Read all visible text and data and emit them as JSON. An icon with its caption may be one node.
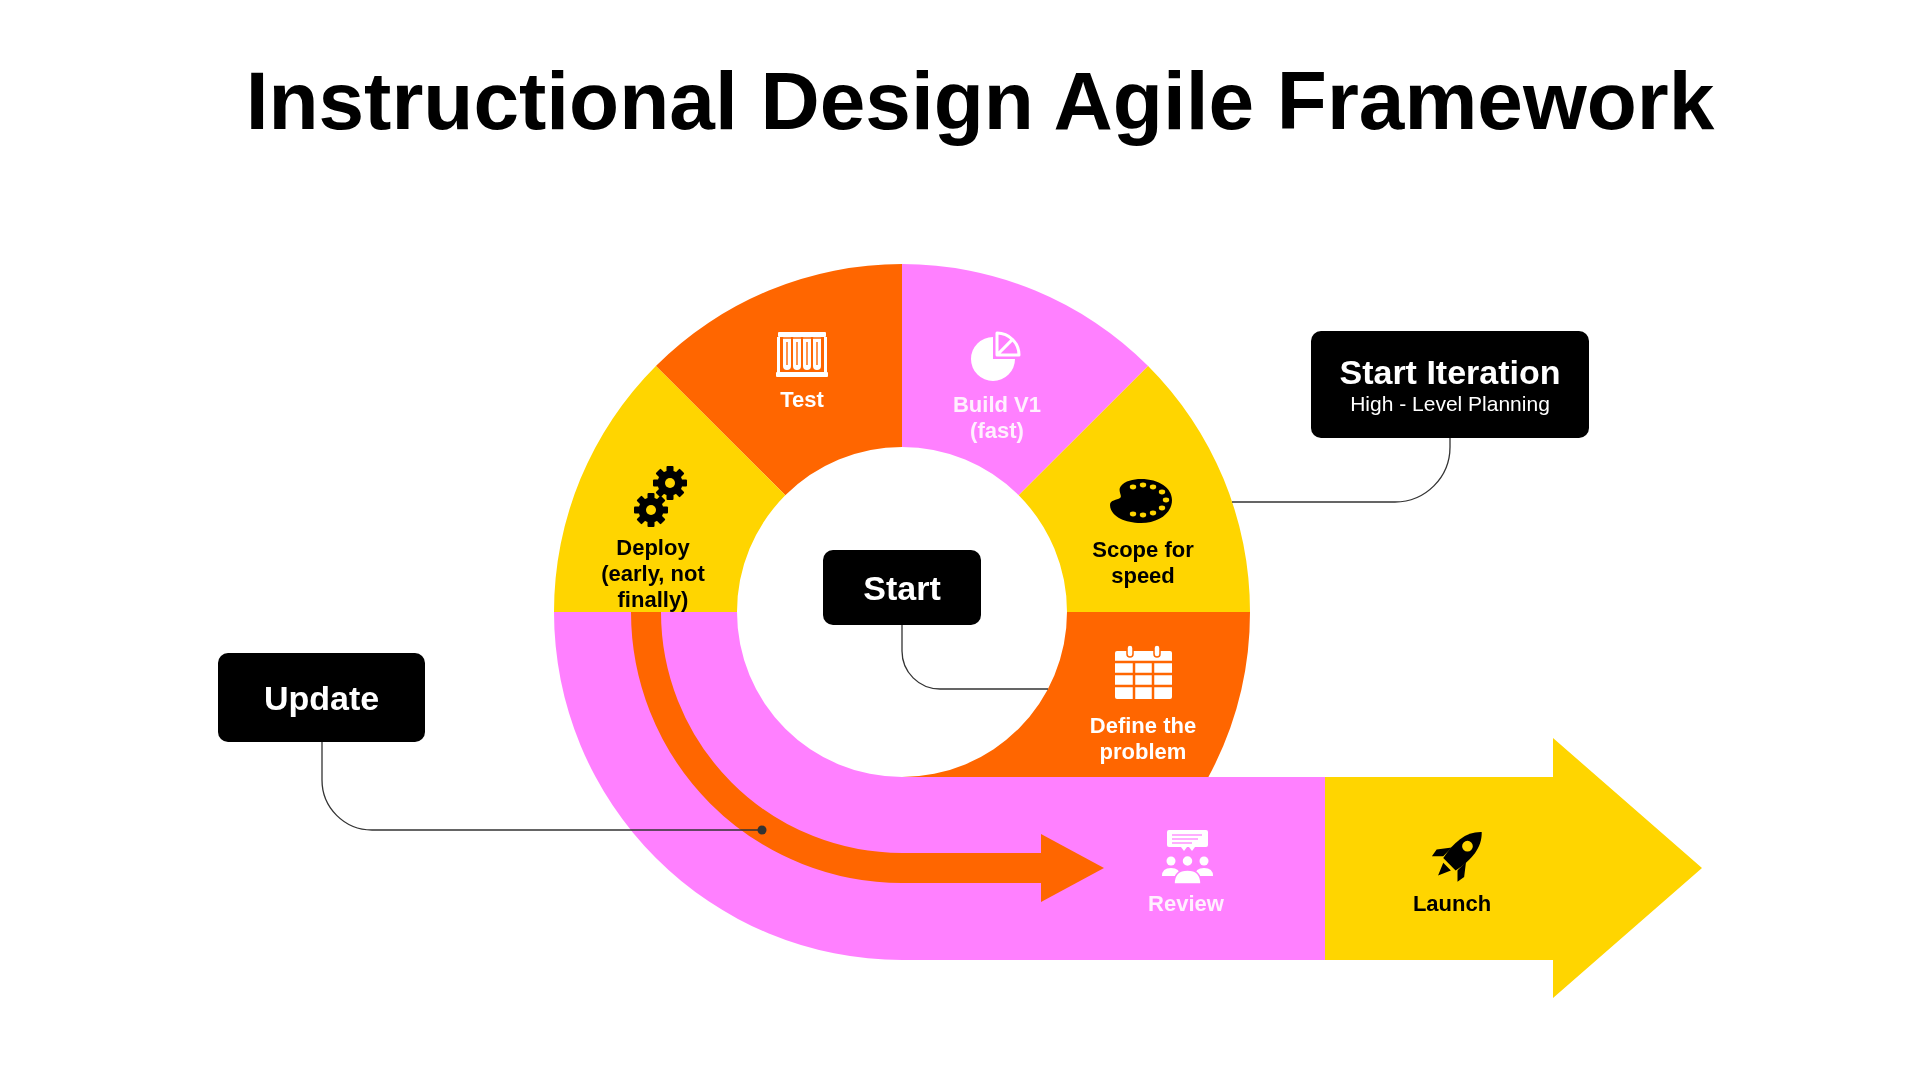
{
  "diagram": {
    "title": "Instructional Design Agile Framework",
    "nodes": [
      {
        "text": [
          "Test"
        ]
      },
      {
        "text": [
          "Build V1 (fast)"
        ]
      },
      {
        "text": [
          "Start Iteration",
          "High - Level Planning"
        ]
      },
      {
        "text": [
          "Deploy (early, not finally)"
        ]
      },
      {
        "text": [
          "Scope for speed"
        ]
      },
      {
        "text": [
          "Start"
        ]
      },
      {
        "text": [
          "Define the problem"
        ]
      },
      {
        "text": [
          "Update"
        ]
      },
      {
        "text": [
          "Review"
        ]
      },
      {
        "text": [
          "Launch"
        ]
      }
    ],
    "edges": [
      {
        "from": 2,
        "to": 4,
        "arrow": "none"
      },
      {
        "from": 5,
        "to": 6,
        "arrow": "none"
      },
      {
        "from": 7,
        "to": 8,
        "arrow": "other"
      },
      {
        "from": 3,
        "to": 8,
        "arrow": "to",
        "style": "thick",
        "color": "#ff6600"
      }
    ]
  }
}
